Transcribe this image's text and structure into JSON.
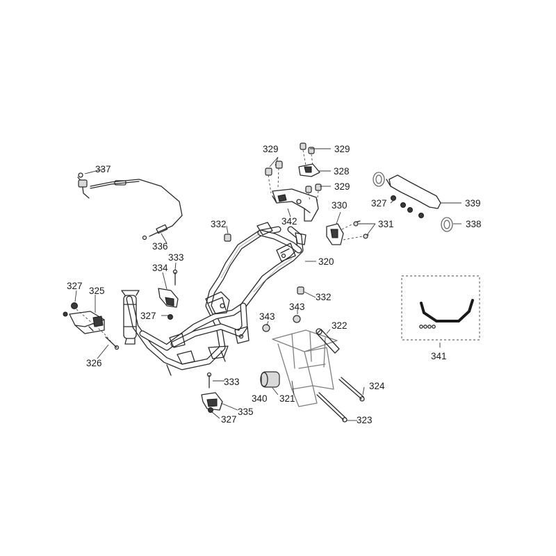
{
  "labels": {
    "l320": "320",
    "l321": "321",
    "l322": "322",
    "l323": "323",
    "l324": "324",
    "l325": "325",
    "l326": "326",
    "l327a": "327",
    "l327b": "327",
    "l327c": "327",
    "l327d": "327",
    "l328": "328",
    "l329a": "329",
    "l329b": "329",
    "l329c": "329",
    "l330": "330",
    "l331": "331",
    "l332a": "332",
    "l332b": "332",
    "l333a": "333",
    "l333b": "333",
    "l334": "334",
    "l335": "335",
    "l336": "336",
    "l337": "337",
    "l338": "338",
    "l339": "339",
    "l340": "340",
    "l341": "341",
    "l342": "342",
    "l343a": "343",
    "l343b": "343"
  }
}
